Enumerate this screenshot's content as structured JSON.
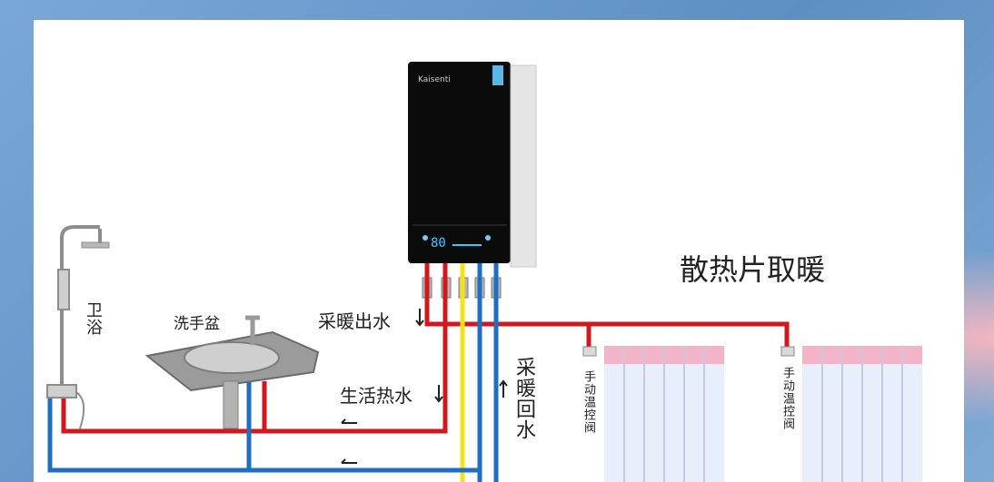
{
  "labels": {
    "bathroom": "卫浴",
    "washbasin": "洗手盆",
    "heating_supply": "采暖出水",
    "domestic_hot_water": "生活热水",
    "heating_return": "采暖回水",
    "radiator_heating": "散热片取暖",
    "valve_left": "手动温控阀",
    "valve_right": "手动温控阀",
    "display_temp": "80",
    "brand": "Kaisenti"
  },
  "colors": {
    "hot_pipe": "#d0191e",
    "cold_pipe": "#1f6fc1",
    "gas_pipe": "#f4e21a",
    "boiler_body": "#0b0b0b",
    "boiler_side": "#e8e8e8",
    "radiator_top": "#f2b4c6",
    "radiator_fin": "#e9eefc"
  },
  "icons": [
    "shower-icon",
    "washbasin-icon",
    "boiler-icon",
    "radiator-icon",
    "valve-icon",
    "flow-arrow-icon"
  ]
}
